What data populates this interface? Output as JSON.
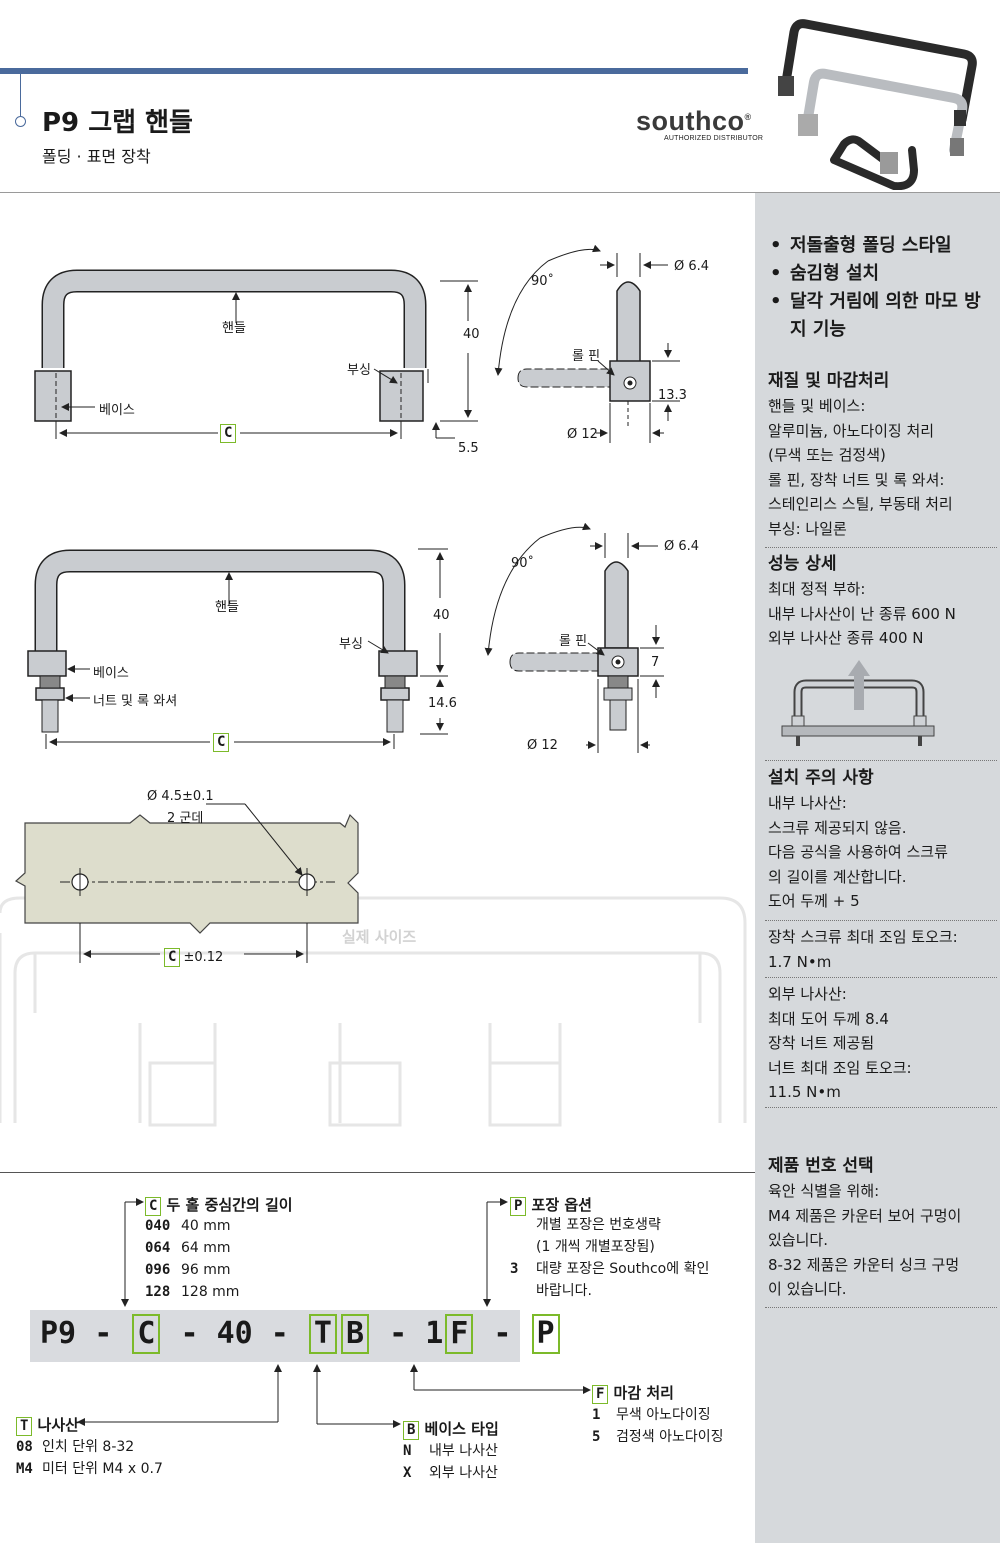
{
  "header": {
    "title": "P9 그랩 핸들",
    "subtitle": "폴딩 · 표면 장착",
    "logo": "southco",
    "logo_reg": "®",
    "logo_sub": "AUTHORIZED DISTRIBUTOR"
  },
  "features": [
    "저돌출형 폴딩 스타일",
    "숨김형 설치",
    "달각 거림에 의한 마모 방지 기능"
  ],
  "sidebar": {
    "material": {
      "heading": "재질 및 마감처리",
      "lines": [
        "핸들 및 베이스:",
        "알루미늄, 아노다이징 처리",
        "(무색 또는 검정색)",
        "롤 핀, 장착 너트 및 록 와셔:",
        "스테인리스 스틸, 부동태 처리",
        "부싱: 나일론"
      ]
    },
    "performance": {
      "heading": "성능 상세",
      "lines": [
        "최대 정적 부하:",
        "내부 나사산이 난 종류 600 N",
        "외부 나사산 종류 400 N"
      ]
    },
    "installation": {
      "heading": "설치 주의 사항",
      "lines": [
        "내부 나사산:",
        "스크류 제공되지 않음.",
        "다음 공식을 사용하여 스크류",
        "의 길이를 계산합니다.",
        "도어 두께 + 5"
      ],
      "torque_lines": [
        "장착 스크류 최대 조임 토오크:",
        "1.7 N•m"
      ],
      "external_lines": [
        "외부 나사산:",
        "최대 도어 두께 8.4",
        "장착 너트 제공됨",
        "너트 최대 조임 토오크:",
        "11.5 N•m"
      ]
    },
    "selection": {
      "heading": "제품 번호 선택",
      "lines": [
        "육안 식별을 위해:",
        "M4 제품은 카운터 보어 구멍이",
        "있습니다.",
        "8-32 제품은 카운터 싱크 구멍",
        "이 있습니다."
      ]
    }
  },
  "drawing": {
    "handle": "핸들",
    "bushing": "부싱",
    "base": "베이스",
    "roll_pin": "롤 핀",
    "nut_washer": "너트 및 록 와셔",
    "angle": "90˚",
    "d64": "Ø 6.4",
    "d12": "Ø 12",
    "h40": "40",
    "h133": "13.3",
    "h55": "5.5",
    "h146": "14.6",
    "h7": "7",
    "hole_dia": "Ø 4.5±0.1",
    "hole_count": "2 군데",
    "hole_tol": "±0.12",
    "actual_size": "실제 사이즈",
    "c_letter": "C"
  },
  "part_number": {
    "prefix": "P9",
    "dash": "-",
    "c": "C",
    "fixed_40": "40",
    "t": "T",
    "b": "B",
    "fixed_1": "1",
    "f": "F",
    "p": "P"
  },
  "options": {
    "c": {
      "letter": "C",
      "heading": "두 홀 중심간의 길이",
      "items": [
        {
          "code": "040",
          "desc": "40 mm"
        },
        {
          "code": "064",
          "desc": "64 mm"
        },
        {
          "code": "096",
          "desc": "96 mm"
        },
        {
          "code": "128",
          "desc": "128 mm"
        }
      ]
    },
    "p": {
      "letter": "P",
      "heading": "포장 옵션",
      "items": [
        {
          "code": "",
          "desc": "개별 포장은 번호생략"
        },
        {
          "code": "",
          "desc": "(1 개씩 개별포장됨)"
        },
        {
          "code": "3",
          "desc": "대량 포장은 Southco에 확인"
        },
        {
          "code": "",
          "desc": "바랍니다."
        }
      ]
    },
    "f": {
      "letter": "F",
      "heading": "마감 처리",
      "items": [
        {
          "code": "1",
          "desc": "무색 아노다이징"
        },
        {
          "code": "5",
          "desc": "검정색 아노다이징"
        }
      ]
    },
    "t": {
      "letter": "T",
      "heading": "나사산",
      "items": [
        {
          "code": "08",
          "desc": "인치 단위 8-32"
        },
        {
          "code": "M4",
          "desc": "미터 단위 M4 x 0.7"
        }
      ]
    },
    "b": {
      "letter": "B",
      "heading": "베이스 타입",
      "items": [
        {
          "code": "N",
          "desc": "내부 나사산"
        },
        {
          "code": "X",
          "desc": "외부 나사산"
        }
      ]
    }
  }
}
